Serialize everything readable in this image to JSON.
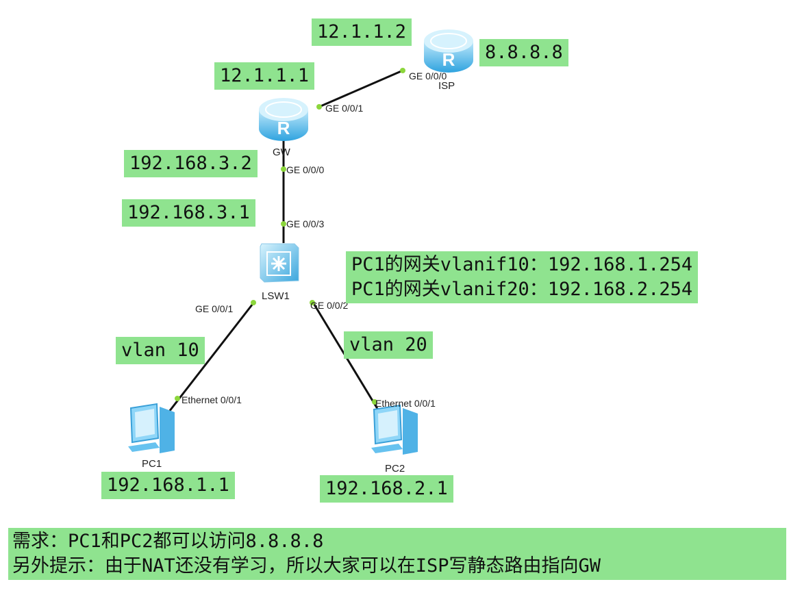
{
  "devices": {
    "isp": {
      "name": "ISP",
      "ip": "8.8.8.8",
      "port": "GE 0/0/0",
      "port_ip": "12.1.1.2"
    },
    "gw": {
      "name": "GW",
      "port_up": "GE 0/0/1",
      "port_up_ip": "12.1.1.1",
      "port_down": "GE 0/0/0",
      "port_down_ip": "192.168.3.2"
    },
    "lsw1": {
      "name": "LSW1",
      "port_up": "GE 0/0/3",
      "port_up_ip": "192.168.3.1",
      "port_left": "GE 0/0/1",
      "port_right": "GE 0/0/2"
    },
    "pc1": {
      "name": "PC1",
      "port": "Ethernet 0/0/1",
      "ip": "192.168.1.1",
      "vlan": "vlan 10"
    },
    "pc2": {
      "name": "PC2",
      "port": "Ethernet 0/0/1",
      "ip": "192.168.2.1",
      "vlan": "vlan 20"
    }
  },
  "gateway_note": {
    "line1": "PC1的网关vlanif10：192.168.1.254",
    "line2": "PC1的网关vlanif20：192.168.2.254"
  },
  "requirement": {
    "line1": "需求：PC1和PC2都可以访问8.8.8.8",
    "line2": "另外提示：由于NAT还没有学习，所以大家可以在ISP写静态路由指向GW"
  },
  "colors": {
    "label_bg": "#8fe38f",
    "port_dot": "#8cd63c",
    "device_blue": "#5bbde8",
    "link": "#111111"
  }
}
